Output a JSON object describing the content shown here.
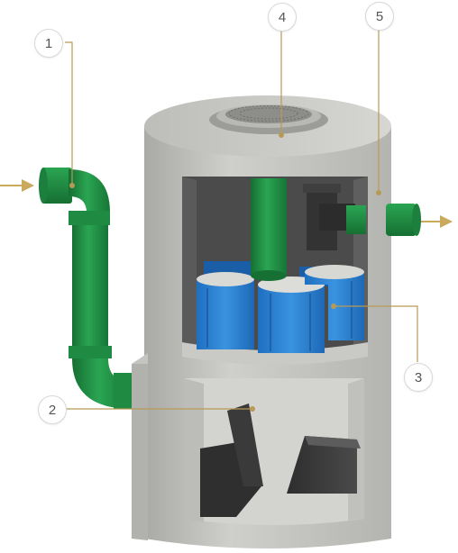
{
  "callouts": [
    {
      "id": "1",
      "label": "1"
    },
    {
      "id": "2",
      "label": "2"
    },
    {
      "id": "3",
      "label": "3"
    },
    {
      "id": "4",
      "label": "4"
    },
    {
      "id": "5",
      "label": "5"
    }
  ],
  "colors": {
    "pipe_green": "#1f8f43",
    "concrete": "#c4c4c0",
    "filter_blue": "#2f86d6",
    "leader_line": "#b89a55",
    "flow_arrow": "#c9a95c"
  }
}
